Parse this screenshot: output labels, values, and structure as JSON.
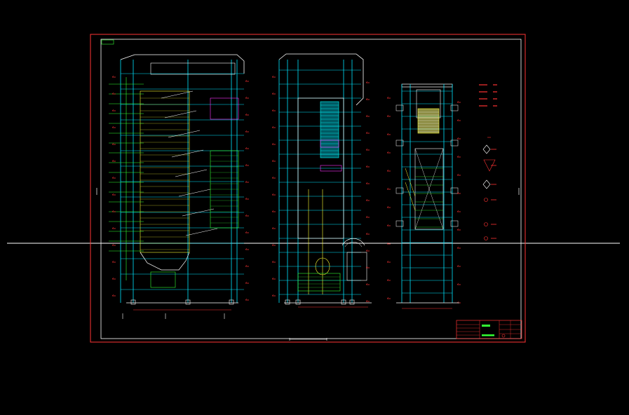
{
  "drawing": {
    "corner_tag": "",
    "view_labels": [
      "",
      "",
      "",
      "",
      ""
    ],
    "colors": {
      "background": "#000000",
      "outer_border": "#ff3333",
      "inner_border": "#ffffff",
      "structure": "#00e5ff",
      "steel": "#ffffff",
      "boiler": "#ffff33",
      "piping": "#33ff33",
      "heater": "#ff33ff",
      "dims": "#ff3333"
    },
    "views": [
      {
        "id": "front-elevation",
        "kind": "boiler-front"
      },
      {
        "id": "side-elevation",
        "kind": "boiler-side"
      },
      {
        "id": "rear-elevation",
        "kind": "boiler-rear"
      }
    ],
    "title_block": {
      "lines": [
        "",
        "",
        "",
        "",
        ""
      ]
    }
  }
}
